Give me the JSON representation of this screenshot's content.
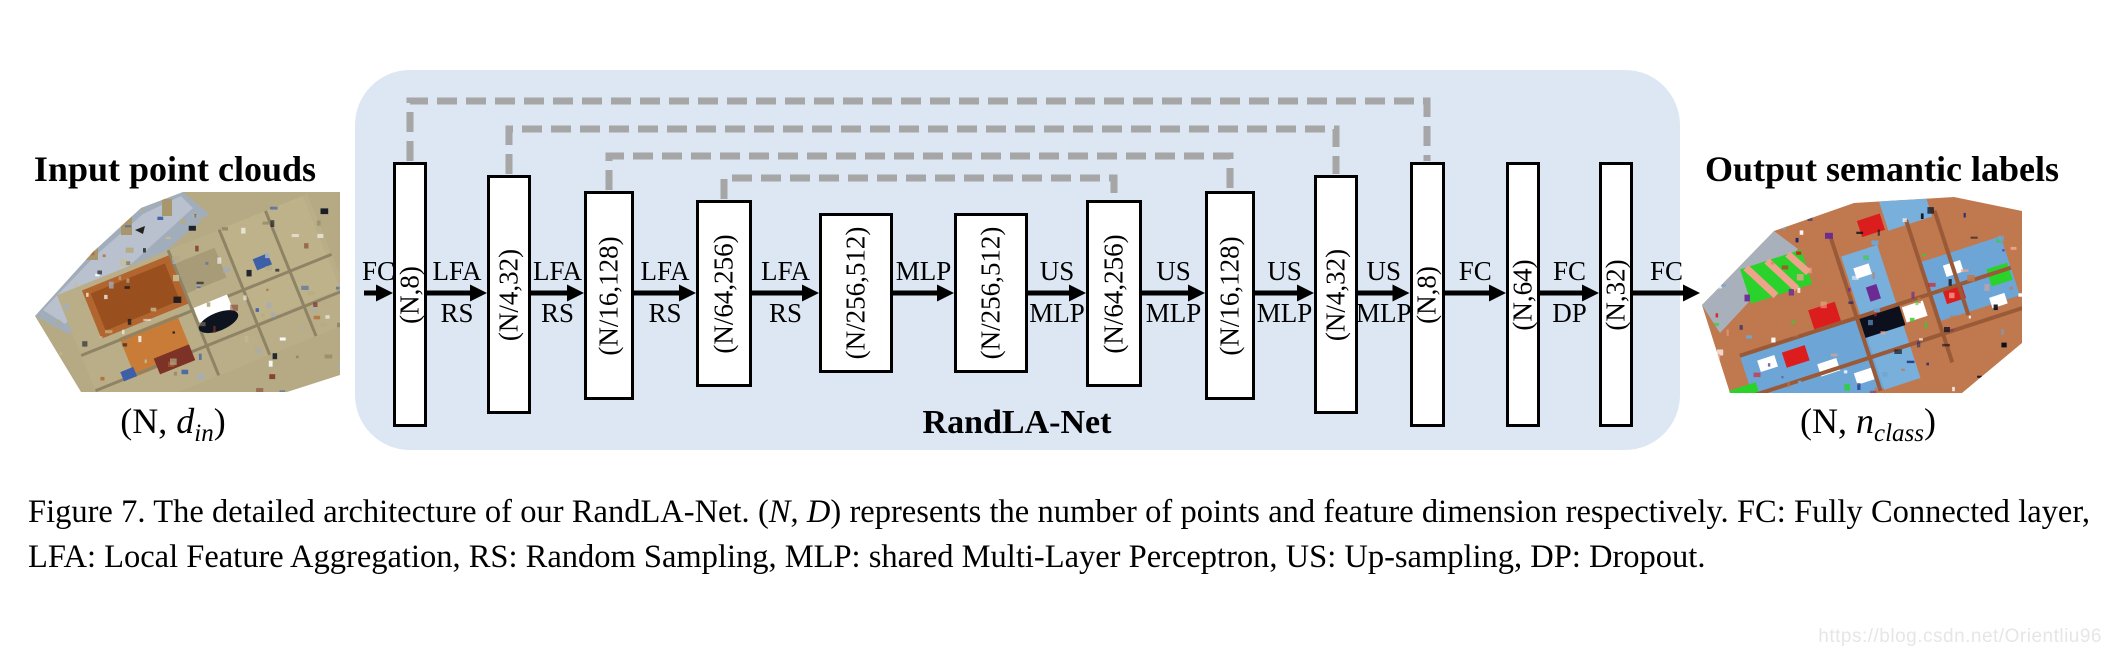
{
  "figure": {
    "input": {
      "heading": "Input point clouds",
      "dim": {
        "pre": "(N, ",
        "var": "d",
        "sub": "in",
        "post": ")"
      }
    },
    "output": {
      "heading": "Output semantic labels",
      "dim": {
        "pre": "(N, ",
        "var": "n",
        "sub": "class",
        "post": ")"
      }
    },
    "net_title": "RandLA-Net",
    "layers": [
      "(N,8)",
      "(N/4,32)",
      "(N/16,128)",
      "(N/64,256)",
      "(N/256,512)",
      "(N/256,512)",
      "(N/64,256)",
      "(N/16,128)",
      "(N/4,32)",
      "(N,8)",
      "(N,64)",
      "(N,32)"
    ],
    "arrows": [
      {
        "above": "FC",
        "below": ""
      },
      {
        "above": "LFA",
        "below": "RS"
      },
      {
        "above": "LFA",
        "below": "RS"
      },
      {
        "above": "LFA",
        "below": "RS"
      },
      {
        "above": "LFA",
        "below": "RS"
      },
      {
        "above": "MLP",
        "below": ""
      },
      {
        "above": "US",
        "below": "MLP"
      },
      {
        "above": "US",
        "below": "MLP"
      },
      {
        "above": "US",
        "below": "MLP"
      },
      {
        "above": "US",
        "below": "MLP"
      },
      {
        "above": "FC",
        "below": ""
      },
      {
        "above": "FC",
        "below": "DP"
      },
      {
        "above": "FC",
        "below": ""
      }
    ],
    "skip_connections": [
      {
        "from_layer": 0,
        "to_layer": 9
      },
      {
        "from_layer": 1,
        "to_layer": 8
      },
      {
        "from_layer": 2,
        "to_layer": 7
      },
      {
        "from_layer": 3,
        "to_layer": 6
      }
    ]
  },
  "caption": {
    "lead": "Figure 7. The detailed architecture of our RandLA-Net. ",
    "math_pre": "(",
    "math_var1": "N",
    "math_sep": ", ",
    "math_var2": "D",
    "math_post": ") ",
    "rest": "represents the number of points and feature dimension respectively. FC: Fully Connected layer, LFA: Local Feature Aggregation, RS: Random Sampling, MLP: shared Multi-Layer Perceptron, US: Up-sampling, DP: Dropout."
  },
  "watermark": "https://blog.csdn.net/Orientliu96",
  "colors": {
    "panel": "#dce7f3",
    "skip_dash": "#a6a6a6",
    "box_border": "#000000",
    "arrow": "#000000",
    "input_palette": [
      "#b5aa84",
      "#a2adbb",
      "#b2652e",
      "#7d3227",
      "#0d1420",
      "#ffffff",
      "#3c5fa8",
      "#8f8566",
      "#c8bc94"
    ],
    "output_palette": [
      "#c0794e",
      "#6da5d6",
      "#2ad32c",
      "#dc1d1d",
      "#ffffff",
      "#1a2478",
      "#efa28c",
      "#6c2b92",
      "#0b101c"
    ]
  }
}
